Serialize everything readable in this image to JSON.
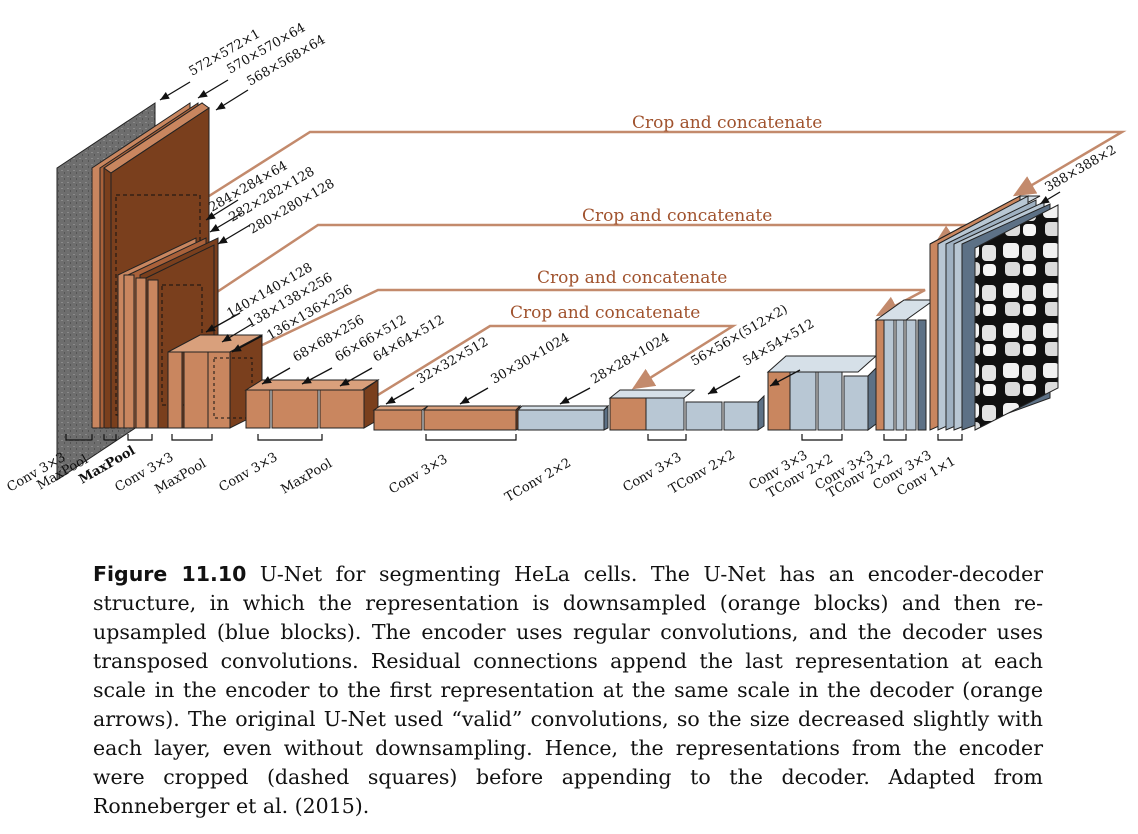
{
  "shape_labels": [
    "572×572×1",
    "570×570×64",
    "568×568×64",
    "284×284×64",
    "282×282×128",
    "280×280×128",
    "140×140×128",
    "138×138×256",
    "136×136×256",
    "68×68×256",
    "66×66×512",
    "64×64×512",
    "32×32×512",
    "30×30×1024",
    "28×28×1024",
    "56×56×(512×2)",
    "54×54×512",
    "388×388×2"
  ],
  "crop_labels": [
    "Crop and concatenate",
    "Crop and concatenate",
    "Crop and concatenate",
    "Crop and concatenate"
  ],
  "op_labels": [
    "Conv 3×3",
    "MaxPool",
    "MaxPool",
    "Conv 3×3",
    "MaxPool",
    "Conv 3×3",
    "MaxPool",
    "Conv 3×3",
    "TConv 2×2",
    "Conv 3×3",
    "TConv 2×2",
    "Conv 3×3",
    "TConv 2×2",
    "Conv 3×3",
    "TConv 2×2",
    "Conv 3×3",
    "Conv 1×1"
  ],
  "colors": {
    "encoder": "#c9865f",
    "encoder_dark": "#7a3f1d",
    "decoder": "#b8c7d4",
    "decoder_dark": "#5d7186",
    "arrow": "#c38a6c"
  },
  "caption": {
    "figure": "Figure 11.10",
    "text": " U-Net for segmenting HeLa cells. The U-Net has an encoder-decoder structure, in which the representation is downsampled (orange blocks) and then re-upsampled (blue blocks). The encoder uses regular convolutions, and the decoder uses transposed convolutions. Residual connections append the last representation at each scale in the encoder to the first representation at the same scale in the decoder (orange arrows). The original U-Net used “valid” convolutions, so the size decreased slightly with each layer, even without downsampling. Hence, the representations from the encoder were cropped (dashed squares) before appending to the decoder. Adapted from Ronneberger et al. (2015)."
  }
}
